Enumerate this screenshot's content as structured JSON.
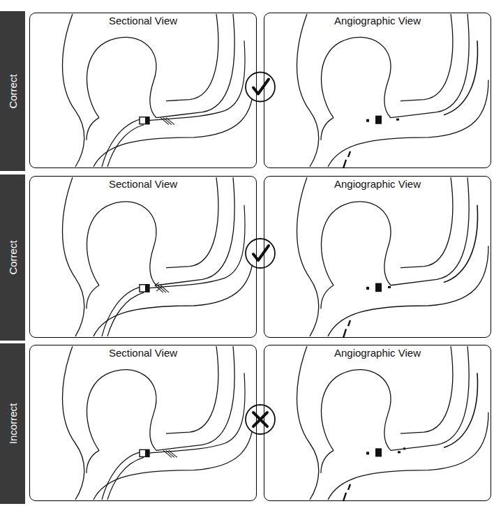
{
  "diagram": {
    "nodes": [
      {
        "text": [
          "Correct"
        ]
      },
      {
        "text": [
          "Sectional View"
        ]
      },
      {
        "text": [
          "Angiographic View"
        ]
      },
      {
        "text": [
          "Correct"
        ]
      },
      {
        "text": [
          "Sectional View"
        ]
      },
      {
        "text": [
          "Angiographic View"
        ]
      },
      {
        "text": [
          "Incorrect"
        ]
      },
      {
        "text": [
          "Sectional View"
        ]
      },
      {
        "text": [
          "Angiographic View"
        ]
      }
    ]
  }
}
